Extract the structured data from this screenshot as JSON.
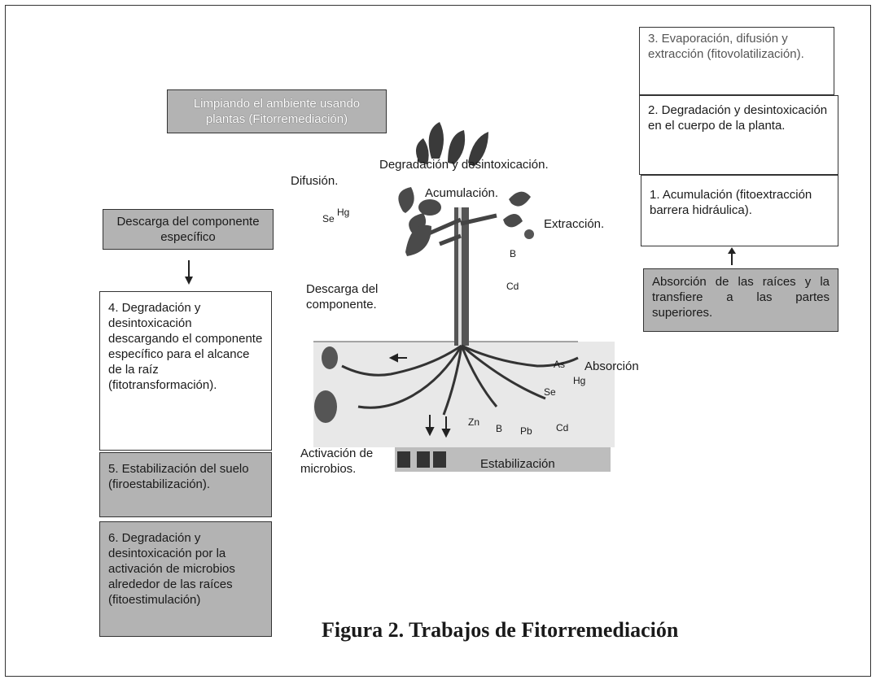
{
  "header_box": "Limpiando el ambiente usando plantas (Fitorremediación)",
  "right_boxes": {
    "box3": "3. Evaporación, difusión y extracción (fitovolatilización).",
    "box2": "2. Degradación y desintoxicación en el cuerpo de la planta.",
    "box1": "1. Acumulación (fitoextracción barrera hidráulica).",
    "absorcion_raices": "Absorción de las raíces y la transfiere a las partes superiores."
  },
  "left_boxes": {
    "descarga_especifico": "Descarga del componente específico",
    "box4": "4. Degradación y desintoxicación descargando el componente específico para el alcance de la raíz (fitotransformación).",
    "box5": "5. Estabilización del suelo (firoestabilización).",
    "box6": "6. Degradación y desintoxicación por la activación de microbios alrededor de las raíces (fitoestimulación)"
  },
  "plant_labels": {
    "degradacion": "Degradación y desintoxicación.",
    "acumulacion": "Acumulación.",
    "difusion": "Difusión.",
    "extraccion": "Extracción.",
    "descarga": "Descarga del componente.",
    "absorcion": "Absorción",
    "activacion": "Activación de microbios.",
    "estabilizacion": "Estabilización"
  },
  "chemicals": {
    "se": "Se",
    "hg": "Hg",
    "b": "B",
    "cd": "Cd",
    "zn": "Zn",
    "pb": "Pb",
    "as": "As"
  },
  "caption": "Figura 2. Trabajos de Fitorremediación"
}
